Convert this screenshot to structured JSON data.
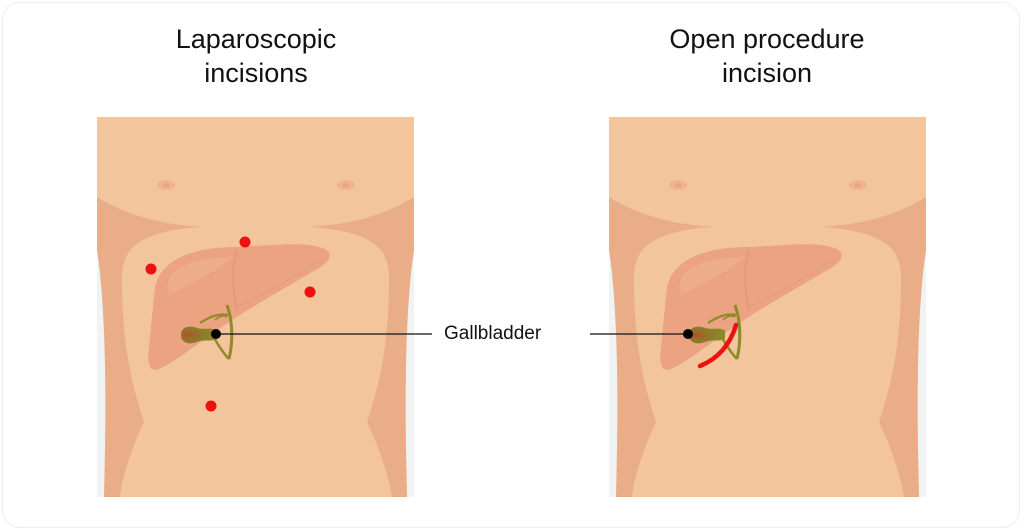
{
  "panels": [
    {
      "title_line1": "Laparoscopic",
      "title_line2": "incisions",
      "incision_type": "laparoscopic",
      "incision_count": 4
    },
    {
      "title_line1": "Open procedure",
      "title_line2": "incision",
      "incision_type": "open",
      "incision_count": 1
    }
  ],
  "annotation": {
    "label": "Gallbladder"
  },
  "colors": {
    "skin_light": "#f3c59c",
    "skin_dark": "#e9ae88",
    "liver": "#eba381",
    "bile_duct": "#8e8b28",
    "incision": "#ee1111",
    "leader_line": "#111111"
  }
}
